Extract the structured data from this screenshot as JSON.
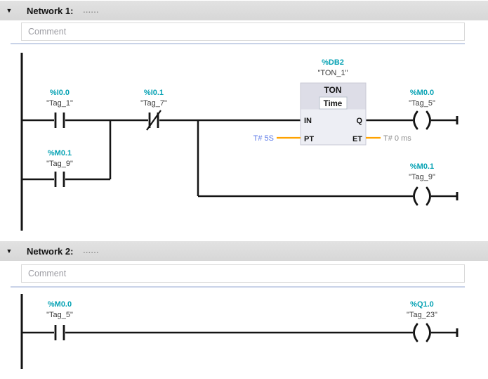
{
  "colors": {
    "wire": "#141414",
    "address_teal": "#06a2b4",
    "tag_text": "#3c3c3c",
    "pt_literal_blue": "#5f7ce8",
    "et_value_gray": "#8c8c8c",
    "pin_wire_orange": "#ffa200",
    "header_bg": "#dcdcdc",
    "separator_blue": "#c9d3e8",
    "block_body": "#edeef4",
    "block_header": "#dddde7"
  },
  "network1": {
    "collapse_icon": "▼",
    "title": "Network 1:",
    "title_placeholder": "......",
    "comment_placeholder": "Comment",
    "contact_i00": {
      "address": "%I0.0",
      "tag": "\"Tag_1\""
    },
    "contact_i01": {
      "address": "%I0.1",
      "tag": "\"Tag_7\""
    },
    "contact_m01": {
      "address": "%M0.1",
      "tag": "\"Tag_9\""
    },
    "timer": {
      "db": "%DB2",
      "instance": "\"TON_1\"",
      "type": "TON",
      "data_type": "Time",
      "pin_in": "IN",
      "pin_q": "Q",
      "pin_pt": "PT",
      "pin_et": "ET",
      "pt_value": "T# 5S",
      "et_value": "T# 0 ms"
    },
    "coil_m00": {
      "address": "%M0.0",
      "tag": "\"Tag_5\""
    },
    "coil_m01": {
      "address": "%M0.1",
      "tag": "\"Tag_9\""
    }
  },
  "network2": {
    "collapse_icon": "▼",
    "title": "Network 2:",
    "title_placeholder": "......",
    "comment_placeholder": "Comment",
    "contact_m00": {
      "address": "%M0.0",
      "tag": "\"Tag_5\""
    },
    "coil_q10": {
      "address": "%Q1.0",
      "tag": "\"Tag_23\""
    }
  }
}
